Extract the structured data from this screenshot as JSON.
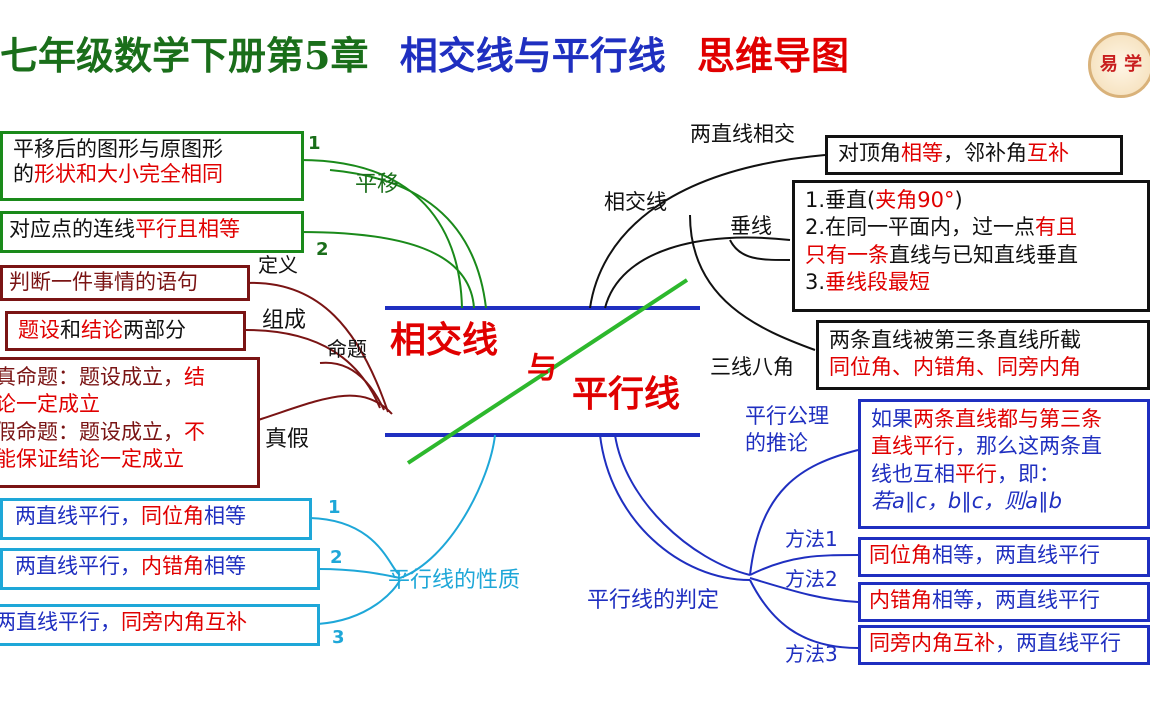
{
  "title": {
    "part1": "七年级数学下册第5章",
    "part2": "相交线与平行线",
    "part3": "思维导图",
    "colors": {
      "part1": "#1a6e1a",
      "part2": "#1f2fc0",
      "part3": "#e00000"
    }
  },
  "logo": {
    "text": "易 学",
    "icon": "seal-logo-icon"
  },
  "center": {
    "label1": "相交线",
    "connector": "与",
    "label2": "平行线"
  },
  "left": {
    "translation": {
      "label": "平移",
      "box1": {
        "line1": "平移后的图形与原图形",
        "line2a": "的",
        "line2b": "形状和大小完全相同"
      },
      "num1": "1",
      "box2": {
        "a": "对应点的连线",
        "b": "平行且相等"
      },
      "num2": "2"
    },
    "proposition": {
      "label": "命题",
      "def_label": "定义",
      "def_box": "判断一件事情的语句",
      "comp_label": "组成",
      "comp_box": {
        "a": "题设",
        "b": "和",
        "c": "结论",
        "d": "两部分"
      },
      "tf_label": "真假",
      "true_line1a": "真命题：题设成立，",
      "true_line1b": "结",
      "true_line2": "论一定成立",
      "false_line1a": "假命题：题设成立，",
      "false_line1b": "不",
      "false_line2": "能保证结论一定成立"
    },
    "properties": {
      "label": "平行线的性质",
      "items": [
        {
          "num": "1",
          "a": "两直线平行，",
          "b": "同位角",
          "c": "相等"
        },
        {
          "num": "2",
          "a": "两直线平行，",
          "b": "内错角",
          "c": "相等"
        },
        {
          "num": "3",
          "a": "两直线平行，",
          "b": "同旁内角互补",
          "c": ""
        }
      ]
    }
  },
  "right": {
    "intersecting": {
      "label": "相交线",
      "two_lines_label": "两直线相交",
      "two_lines_box": {
        "a": "对顶角",
        "b": "相等",
        "c": "，邻补角",
        "d": "互补"
      },
      "perp_label": "垂线",
      "perp_box": {
        "l1a": "1.垂直(",
        "l1b": "夹角90°",
        "l1c": ")",
        "l2a": "2.在同一平面内，过一点",
        "l2b": "有且",
        "l3a": "只有一条",
        "l3b": "直线与已知直线垂直",
        "l4a": "3.",
        "l4b": "垂线段最短"
      },
      "three_lines_label": "三线八角",
      "three_lines_box": {
        "l1": "两条直线被第三条直线所截",
        "l2": "同位角、内错角、同旁内角"
      }
    },
    "parallel_axiom": {
      "label1": "平行公理",
      "label2": "的推论",
      "box": {
        "l1a": "如果",
        "l1b": "两条直线都与第三条",
        "l2a": "直线平行",
        "l2b": "，那么这两条直",
        "l3a": "线也互相",
        "l3b": "平行",
        "l3c": "，即：",
        "l4": "若a∥c，b∥c，则a∥b"
      }
    },
    "criteria": {
      "label": "平行线的判定",
      "methods": [
        {
          "label": "方法1",
          "a": "同位角",
          "b": "相等，两直线平行"
        },
        {
          "label": "方法2",
          "a": "内错角",
          "b": "相等，两直线平行"
        },
        {
          "label": "方法3",
          "a": "同旁内角互补",
          "b": "，两直线平行"
        }
      ]
    }
  }
}
